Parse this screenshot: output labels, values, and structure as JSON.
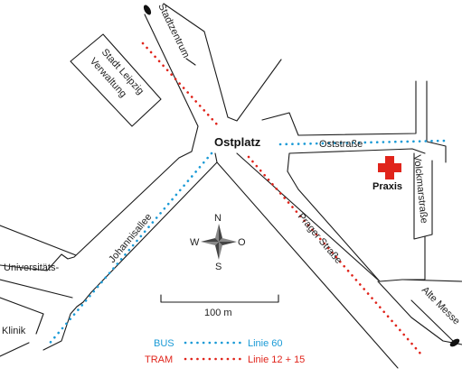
{
  "labels": {
    "square": "Ostplatz",
    "praxis": "Praxis",
    "building": [
      "Stadt Leipzig",
      "Verwaltung"
    ],
    "directions": {
      "stadtzentrum": "Stadtzentrum",
      "alte_messe": "Alte Messe"
    },
    "streets": {
      "oststrasse": "Oststraße",
      "volckmarstrasse": "Volckmarstraße",
      "prager_strasse": "Prager Straße",
      "johannisallee": "Johannisallee",
      "universitaets": "Universitäts-",
      "klinik": "Klinik"
    },
    "compass": {
      "n": "N",
      "s": "S",
      "w": "W",
      "o": "O"
    },
    "scale": "100 m"
  },
  "legend": {
    "bus": {
      "label": "BUS",
      "line": "Linie 60",
      "color": "#1a9ad6"
    },
    "tram": {
      "label": "TRAM",
      "line": "Linie 12 + 15",
      "color": "#e0241b"
    }
  },
  "colors": {
    "bus": "#1a9ad6",
    "tram": "#e0241b",
    "praxis_cross": "#e0241b",
    "compass": "#555555"
  },
  "icons": [
    "car-arrow-icon",
    "medical-cross-icon",
    "compass-rose-icon"
  ]
}
